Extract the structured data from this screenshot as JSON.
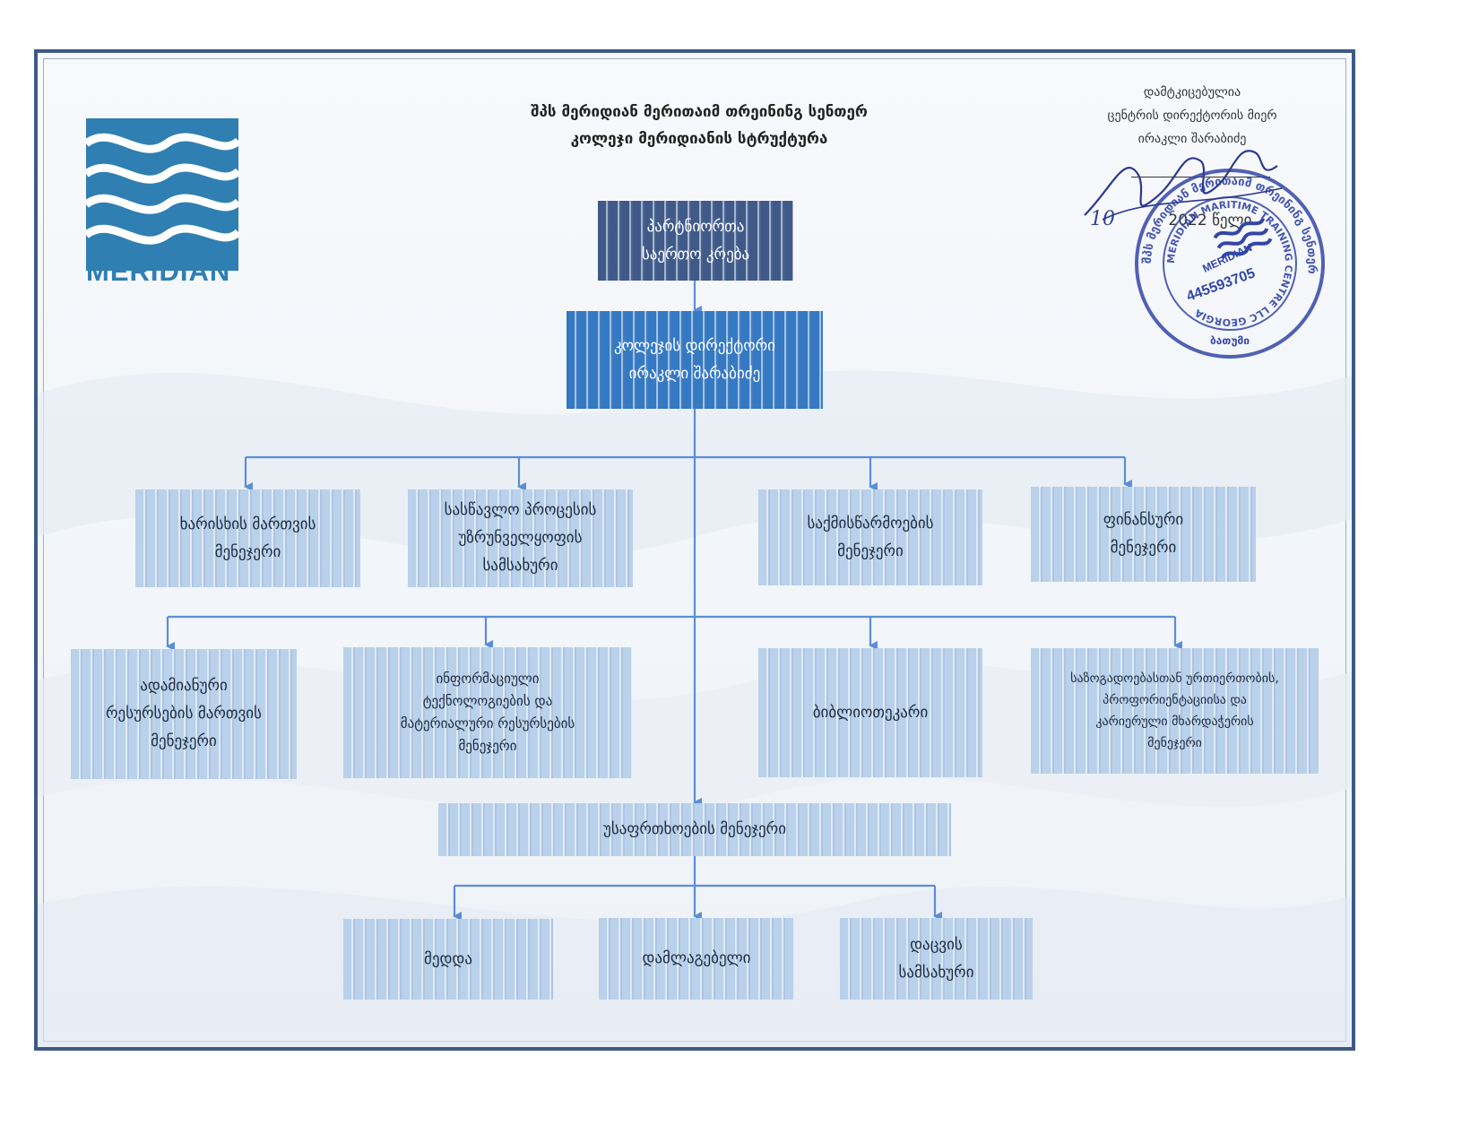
{
  "header": {
    "title_line1": "შპს მერიდიან მერითაიმ თრეინინგ სენთერ",
    "title_line2": "კოლეჯი მერიდიანის სტრუქტურა"
  },
  "logo": {
    "text": "MERIDIAN"
  },
  "approval": {
    "line1": "დამტკიცებულია",
    "line2": "ცენტრის დირექტორის მიერ",
    "line3": "ირაკლი შარაბიძე",
    "date_day": "10",
    "date_year": "2022 წელი"
  },
  "seal": {
    "outer_text": "შპს მერიდიან მერითაიმ თრეინინგ სენთერ",
    "inner_text": "MERIDIAN MARITIME TRAINING CENTRE LLC GEORGIA",
    "id_number": "445593705",
    "brand": "MERIDIAN",
    "city": "ბათუმი"
  },
  "nodes": {
    "assembly": "პარტნიორთა\nსაერთო კრება",
    "director": "კოლეჯის დირექტორი\nირაკლი შარაბიძე",
    "quality": "ხარისხის მართვის\nმენეჯერი",
    "education": "სასწავლო პროცესის\nუზრუნველყოფის\nსამსახური",
    "records": "საქმისწარმოების\nმენეჯერი",
    "finance": "ფინანსური\nმენეჯერი",
    "hr": "ადამიანური\nრესურსების მართვის\nმენეჯერი",
    "it": "ინფორმაციული\nტექნოლოგიების და\nმატერიალური რესურსების\nმენეჯერი",
    "librarian": "ბიბლიოთეკარი",
    "pr": "საზოგადოებასთან ურთიერთობის,\nპროფორიენტაციისა და\nკარიერული მხარდაჭერის\nმენეჯერი",
    "safety": "უსაფრთხოების მენეჯერი",
    "nurse": "მედდა",
    "cleaner": "დამლაგებელი",
    "guard": "დაცვის\nსამსახური"
  },
  "colors": {
    "frame": "#3d5a86",
    "box_light": "#b9d1ea",
    "box_dark": "#3f5a88",
    "box_mid": "#3479c2",
    "connector": "#5b8ed6",
    "seal_ink": "#3346a6",
    "logo_blue": "#2f7fb2"
  }
}
